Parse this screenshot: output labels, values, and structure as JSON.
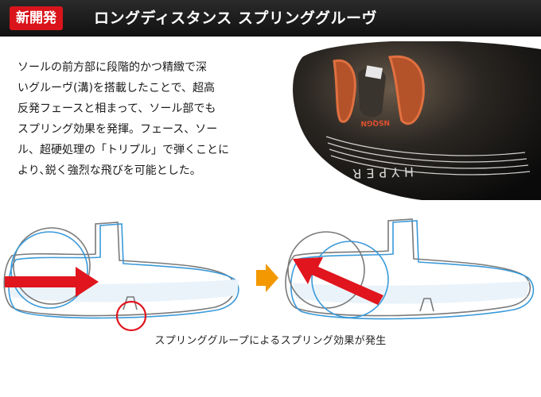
{
  "header": {
    "badge": "新開発",
    "title": "ロングディスタンス スプリンググルーヴ"
  },
  "description": {
    "lines": [
      "ソールの前方部に段階的かつ精緻で深",
      "いグルーヴ(溝)を搭載したことで、超高",
      "反発フェースと相まって、ソール部でも",
      "スプリング効果を発揮。フェース、ソー",
      "ル、超硬処理の「トリプル」で弾くことに",
      "より､鋭く強烈な飛びを可能とした。"
    ]
  },
  "photo": {
    "sole_text": "HYPER"
  },
  "diagram": {
    "caption": "スプリンググループによるスプリング効果が発生"
  },
  "colors": {
    "header_bg": "#1a1a1a",
    "badge": "#d9141b",
    "arrow_red": "#e0151e",
    "arrow_orange": "#f39800",
    "outline_blue": "#3a9ad9",
    "outline_gray": "#7a7a7a"
  }
}
